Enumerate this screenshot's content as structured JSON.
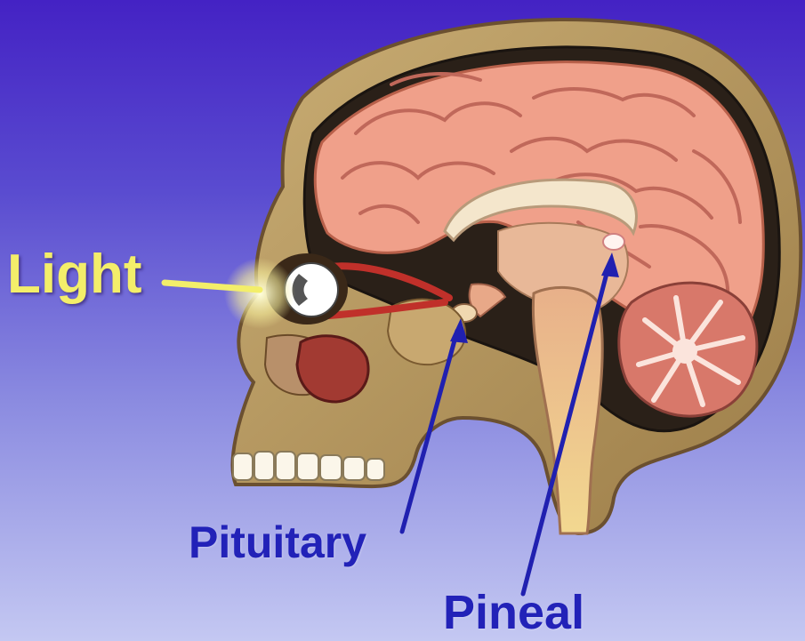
{
  "labels": {
    "light": "Light",
    "pituitary": "Pituitary",
    "pineal": "Pineal"
  },
  "colors": {
    "background_top": "#4422c4",
    "background_bottom": "#c4c8f2",
    "light_label": "#f3ee6a",
    "gland_labels": "#2222b8",
    "brain": "#f0a08a",
    "skull": "#b89a62"
  }
}
